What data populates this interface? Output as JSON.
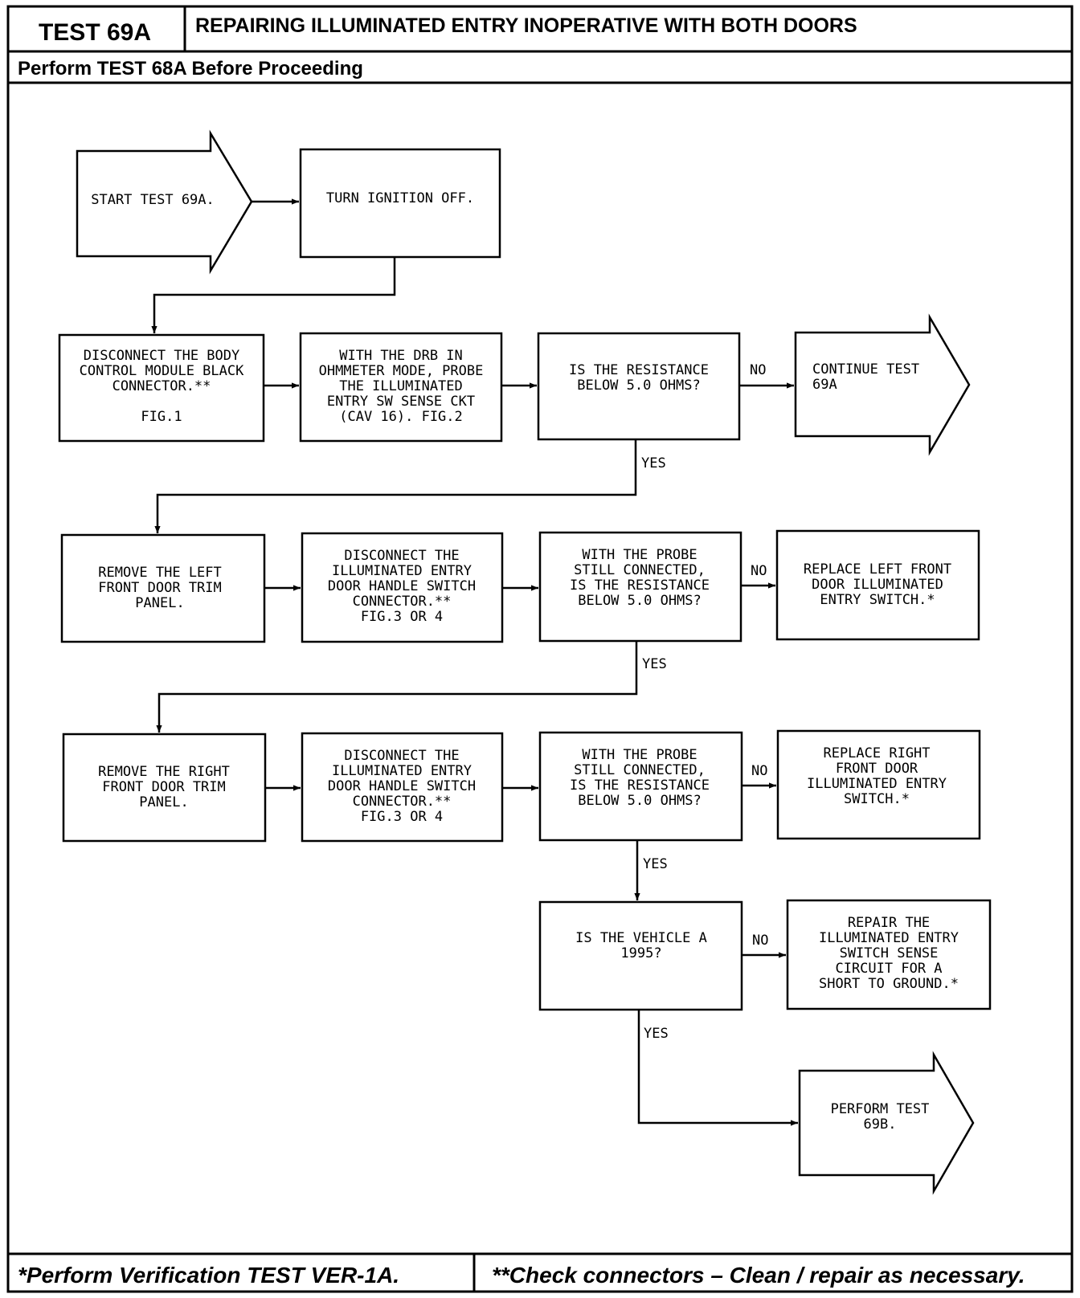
{
  "header": {
    "test_id": "TEST 69A",
    "title": "REPAIRING ILLUMINATED ENTRY INOPERATIVE WITH BOTH DOORS",
    "prerequisite": "Perform TEST 68A Before Proceeding"
  },
  "steps": {
    "start": [
      "START TEST 69A."
    ],
    "ignition_off": [
      "TURN IGNITION OFF."
    ],
    "disconnect_bcm": [
      "DISCONNECT THE BODY",
      "CONTROL MODULE BLACK",
      "CONNECTOR.**",
      "",
      "FIG.1"
    ],
    "probe_drb": [
      "WITH THE DRB IN",
      "OHMMETER MODE, PROBE",
      "THE ILLUMINATED",
      "ENTRY SW SENSE CKT",
      "(CAV 16). FIG.2"
    ],
    "q_resistance": [
      "IS THE RESISTANCE",
      "BELOW 5.0 OHMS?"
    ],
    "continue_69a": [
      "CONTINUE TEST",
      "69A"
    ],
    "remove_left_trim": [
      "REMOVE THE LEFT",
      "FRONT DOOR TRIM",
      "PANEL."
    ],
    "disconnect_left_switch": [
      "DISCONNECT THE",
      "ILLUMINATED ENTRY",
      "DOOR HANDLE SWITCH",
      "CONNECTOR.**",
      "FIG.3 OR 4"
    ],
    "q_probe_left": [
      "WITH THE PROBE",
      "STILL CONNECTED,",
      "IS THE RESISTANCE",
      "BELOW 5.0 OHMS?"
    ],
    "replace_left": [
      "REPLACE LEFT FRONT",
      "DOOR ILLUMINATED",
      "ENTRY SWITCH.*"
    ],
    "remove_right_trim": [
      "REMOVE THE RIGHT",
      "FRONT DOOR TRIM",
      "PANEL."
    ],
    "disconnect_right_switch": [
      "DISCONNECT THE",
      "ILLUMINATED ENTRY",
      "DOOR HANDLE SWITCH",
      "CONNECTOR.**",
      "FIG.3 OR 4"
    ],
    "q_probe_right": [
      "WITH THE PROBE",
      "STILL CONNECTED,",
      "IS THE RESISTANCE",
      "BELOW 5.0 OHMS?"
    ],
    "replace_right": [
      "REPLACE RIGHT",
      "FRONT DOOR",
      "ILLUMINATED ENTRY",
      "SWITCH.*"
    ],
    "q_vehicle_1995": [
      "IS THE VEHICLE A",
      "1995?"
    ],
    "repair_circuit": [
      "REPAIR THE",
      "ILLUMINATED ENTRY",
      "SWITCH SENSE",
      "CIRCUIT FOR A",
      "SHORT TO GROUND.*"
    ],
    "perform_69b": [
      "PERFORM TEST",
      "69B."
    ]
  },
  "labels": {
    "no": "NO",
    "yes": "YES"
  },
  "footer": {
    "left_note": "*Perform  Verification TEST VER-1A.",
    "right_note": "**Check connectors – Clean / repair as necessary."
  }
}
